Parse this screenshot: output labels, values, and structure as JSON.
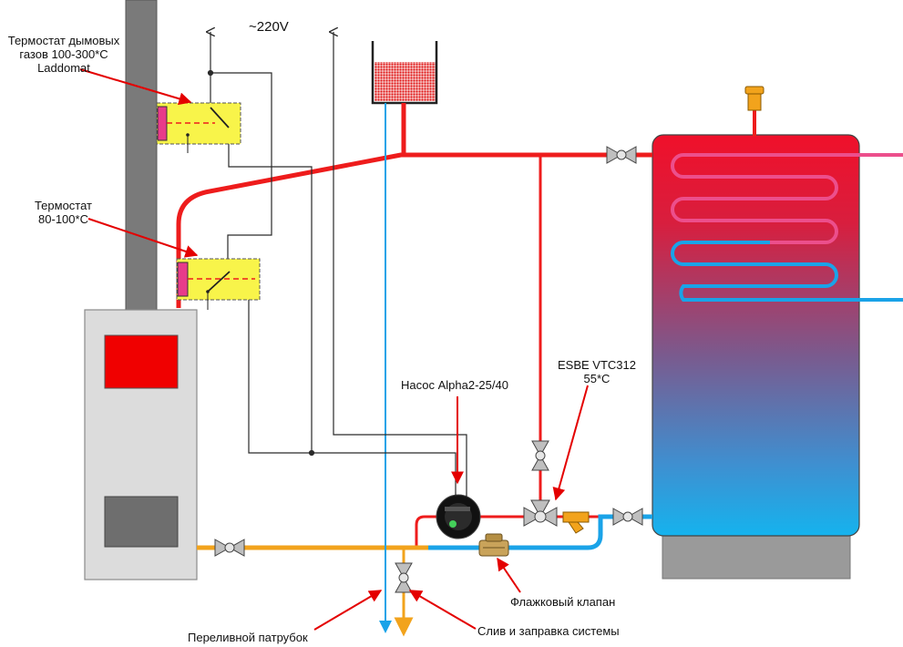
{
  "labels": {
    "flue_thermostat": "Термостат дымовых\nгазов 100-300*С\nLaddomat",
    "voltage": "~220V",
    "boiler_thermostat": "Термостат\n80-100*С",
    "pump": "Насос Alpha2-25/40",
    "mixing_valve": "ESBE VTC312\n55*С",
    "check_valve": "Флажковый клапан",
    "overflow_pipe": "Переливной патрубок",
    "drain_fill": "Слив и заправка системы"
  },
  "colors": {
    "hot": "#ee1c1c",
    "cold": "#1aa3e8",
    "return_orange": "#f2a31c",
    "coil_pink": "#ec4f8c",
    "wire": "#2a2a2a",
    "thermostat_box": "#f8f44a",
    "chimney": "#7a7a7a",
    "boiler_body": "#dcdcdc",
    "boiler_window": "#f00000",
    "ash_door": "#6e6e6e",
    "tank_base": "#9a9a9a",
    "pointer_arrow": "#e40000"
  }
}
